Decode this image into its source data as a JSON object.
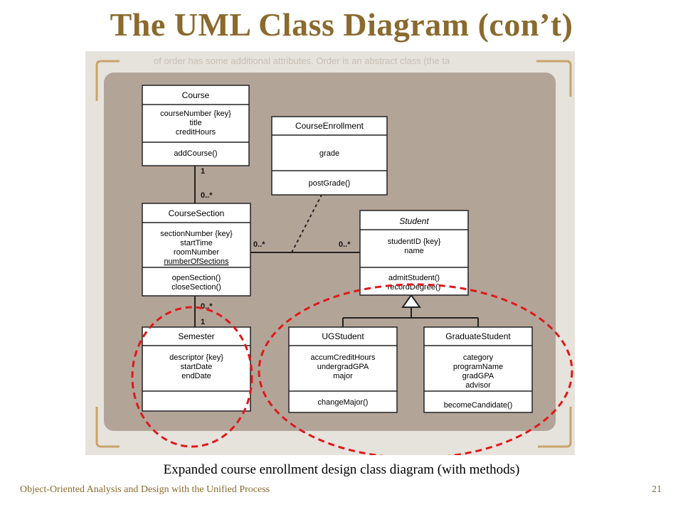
{
  "slide": {
    "title": "The UML Class Diagram (con’t)",
    "caption": "Expanded course enrollment design class diagram (with methods)",
    "footer_text": "Object-Oriented Analysis and Design with the Unified Process",
    "page_number": "21"
  },
  "background_text": "of order has some additional attributes. Order is an abstract class (the ta",
  "colors": {
    "title": "#8B6A2E",
    "panel": "#B3A498",
    "class_box": "#FFFFFF",
    "highlight": "#E01818",
    "bracket": "#C8A46A"
  },
  "classes": {
    "course": {
      "name": "Course",
      "attributes": [
        "courseNumber {key}",
        "title",
        "creditHours"
      ],
      "methods": [
        "addCourse()"
      ]
    },
    "course_enrollment": {
      "name": "CourseEnrollment",
      "attributes": [
        "grade"
      ],
      "methods": [
        "postGrade()"
      ]
    },
    "course_section": {
      "name": "CourseSection",
      "attributes": [
        "sectionNumber {key}",
        "startTime",
        "roomNumber",
        "numberOfSections"
      ],
      "methods": [
        "openSection()",
        "closeSection()"
      ]
    },
    "student": {
      "name": "Student",
      "attributes": [
        "studentID {key}",
        "name"
      ],
      "methods": [
        "admitStudent()",
        "recordDegree()"
      ]
    },
    "semester": {
      "name": "Semester",
      "attributes": [
        "descriptor {key}",
        "startDate",
        "endDate"
      ],
      "methods": []
    },
    "ug_student": {
      "name": "UGStudent",
      "attributes": [
        "accumCreditHours",
        "undergradGPA",
        "major"
      ],
      "methods": [
        "changeMajor()"
      ]
    },
    "graduate_student": {
      "name": "GraduateStudent",
      "attributes": [
        "category",
        "programName",
        "gradGPA",
        "advisor"
      ],
      "methods": [
        "becomeCandidate()"
      ]
    }
  },
  "multiplicities": {
    "course_end": "1",
    "section_from_course": "0..*",
    "section_to_student": "0..*",
    "student_from_section": "0..*",
    "section_to_semester": "0..*",
    "semester_end": "1"
  }
}
